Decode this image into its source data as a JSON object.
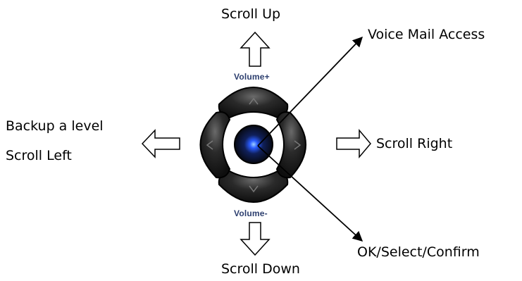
{
  "labels": {
    "scroll_up": "Scroll Up",
    "scroll_down": "Scroll Down",
    "scroll_right": "Scroll Right",
    "backup_level": "Backup a level",
    "scroll_left": "Scroll Left",
    "voice_mail": "Voice Mail Access",
    "ok_select": "OK/Select/Confirm"
  },
  "keypad": {
    "volume_up": "Volume+",
    "volume_down": "Volume-"
  },
  "colors": {
    "button_dark": "#1e1e1e",
    "button_highlight": "#5a5a5a",
    "center_glow": "#2a5cff",
    "volume_text": "#2c3e6e"
  },
  "icons": [
    "up-arrow-icon",
    "down-arrow-icon",
    "left-arrow-icon",
    "right-arrow-icon"
  ]
}
